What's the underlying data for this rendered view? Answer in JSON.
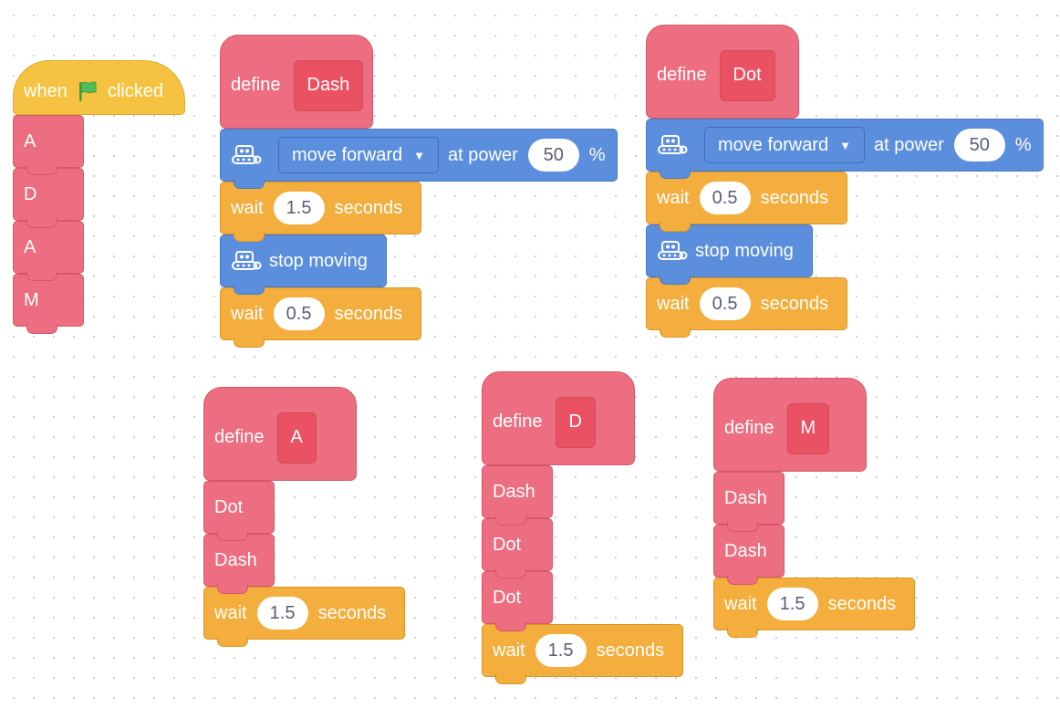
{
  "main_script": {
    "hat_when": "when",
    "hat_clicked": "clicked",
    "calls": [
      "A",
      "D",
      "A",
      "M"
    ]
  },
  "define_dash": {
    "define_label": "define",
    "name": "Dash",
    "move_option": "move forward",
    "at_power_label": "at power",
    "power_value": "50",
    "percent_label": "%",
    "wait_label": "wait",
    "wait1_value": "1.5",
    "seconds_label": "seconds",
    "stop_label": "stop moving",
    "wait2_value": "0.5"
  },
  "define_dot": {
    "define_label": "define",
    "name": "Dot",
    "move_option": "move forward",
    "at_power_label": "at power",
    "power_value": "50",
    "percent_label": "%",
    "wait_label": "wait",
    "wait1_value": "0.5",
    "seconds_label": "seconds",
    "stop_label": "stop moving",
    "wait2_value": "0.5"
  },
  "define_a": {
    "define_label": "define",
    "name": "A",
    "calls": [
      "Dot",
      "Dash"
    ],
    "wait_label": "wait",
    "wait_value": "1.5",
    "seconds_label": "seconds"
  },
  "define_d": {
    "define_label": "define",
    "name": "D",
    "calls": [
      "Dash",
      "Dot",
      "Dot"
    ],
    "wait_label": "wait",
    "wait_value": "1.5",
    "seconds_label": "seconds"
  },
  "define_m": {
    "define_label": "define",
    "name": "M",
    "calls": [
      "Dash",
      "Dash"
    ],
    "wait_label": "wait",
    "wait_value": "1.5",
    "seconds_label": "seconds"
  },
  "icons": {
    "flag": "green-flag-icon",
    "robot": "robot-icon",
    "dropdown": "dropdown-arrow-icon"
  },
  "colors": {
    "my_blocks": "#ec6e80",
    "motion": "#5b8fdd",
    "control": "#f3ae3d",
    "events": "#f5c341",
    "flag_green": "#4cbf56"
  }
}
